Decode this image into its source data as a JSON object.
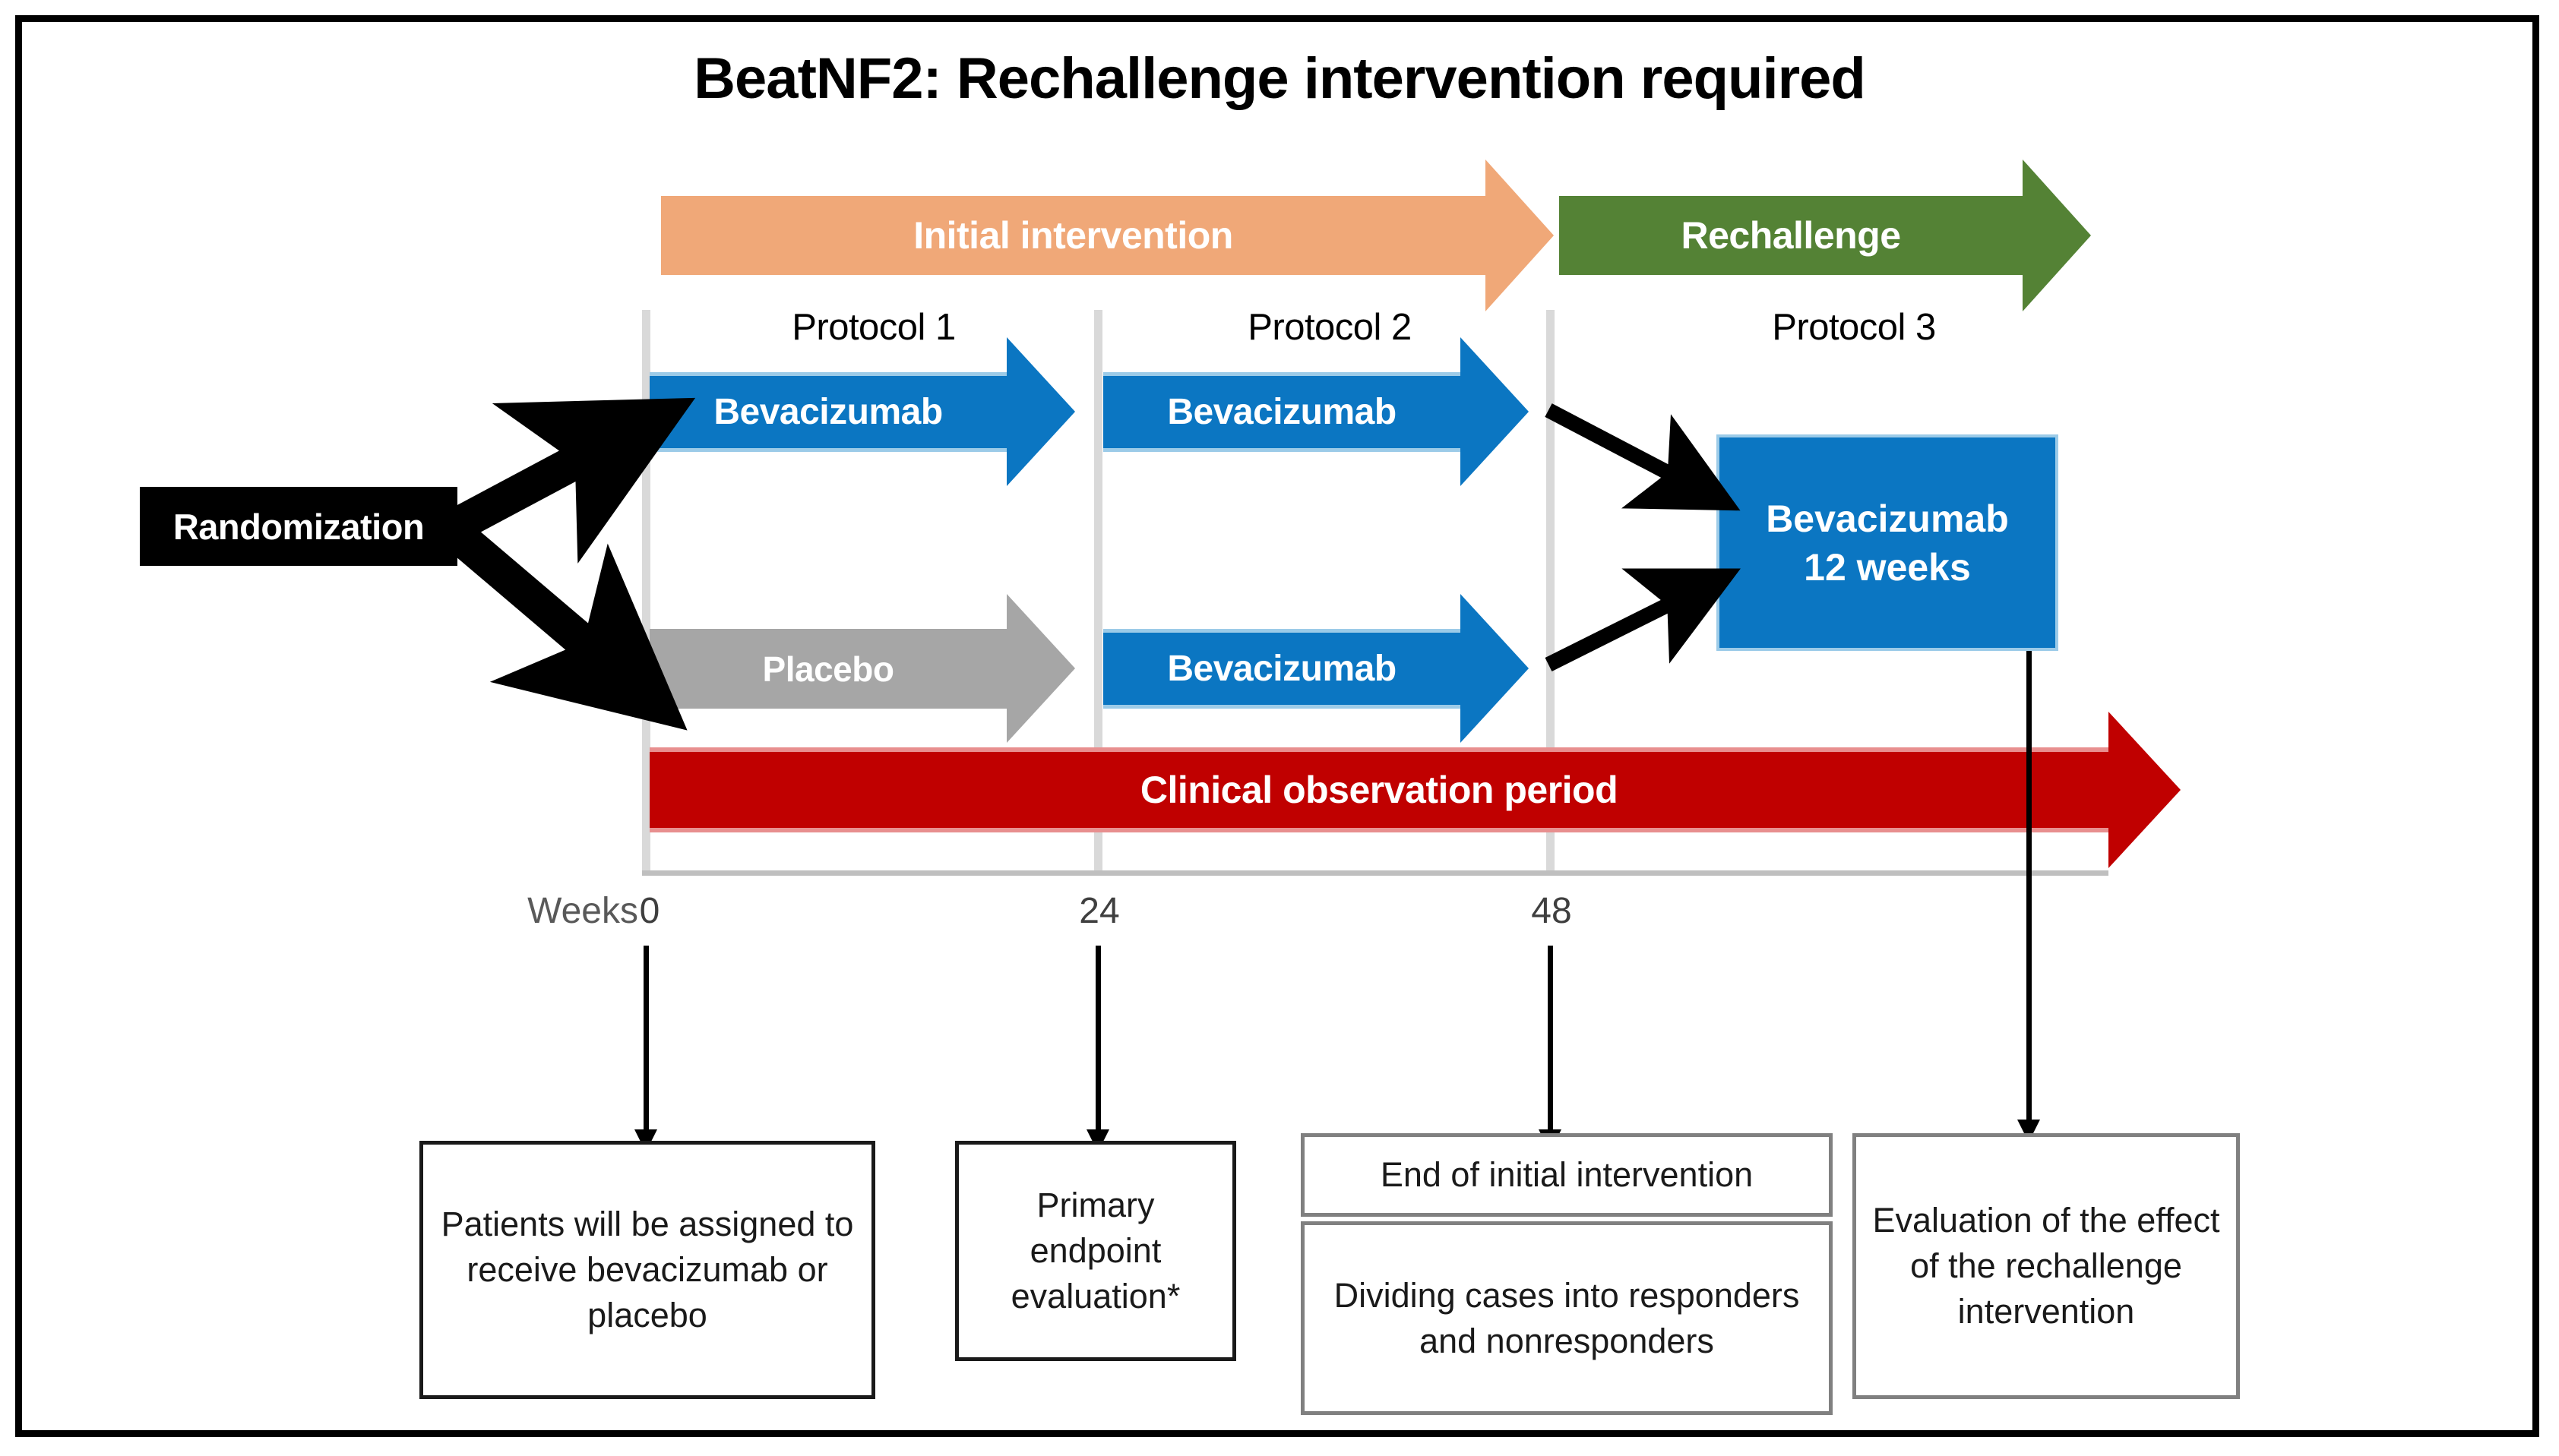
{
  "title": "BeatNF2: Rechallenge intervention required",
  "banners": [
    {
      "key": "initial",
      "label": "Initial intervention",
      "color": "#F0A878"
    },
    {
      "key": "rechallenge",
      "label": "Rechallenge",
      "color": "#548235"
    }
  ],
  "protocols": [
    {
      "label": "Protocol 1"
    },
    {
      "label": "Protocol 2"
    },
    {
      "label": "Protocol 3"
    }
  ],
  "randomization": {
    "label": "Randomization",
    "color": "#000000"
  },
  "arms": {
    "arm1": [
      {
        "label": "Bevacizumab",
        "color": "#0b76c2"
      },
      {
        "label": "Bevacizumab",
        "color": "#0b76c2"
      }
    ],
    "arm2": [
      {
        "label": "Placebo",
        "color": "#A6A6A6"
      },
      {
        "label": "Bevacizumab",
        "color": "#0b76c2"
      }
    ]
  },
  "rechallenge_box": {
    "line1": "Bevacizumab",
    "line2": "12 weeks",
    "color": "#0b76c2"
  },
  "observation": {
    "label": "Clinical observation period",
    "color": "#C00000"
  },
  "timeline": {
    "axis_label": "Weeks",
    "ticks": [
      "0",
      "24",
      "48"
    ]
  },
  "notes": [
    {
      "key": "note-randomization",
      "text": "Patients will be assigned to receive bevacizumab or placebo",
      "border": "black"
    },
    {
      "key": "note-primary-endpoint",
      "text": "Primary endpoint evaluation*",
      "border": "black"
    },
    {
      "key": "note-end-initial",
      "text": "End of initial intervention",
      "border": "gray"
    },
    {
      "key": "note-dividing-cases",
      "text": "Dividing cases into responders and nonresponders",
      "border": "gray"
    },
    {
      "key": "note-rechallenge-eval",
      "text": "Evaluation of the effect of the rechallenge intervention",
      "border": "gray"
    }
  ]
}
